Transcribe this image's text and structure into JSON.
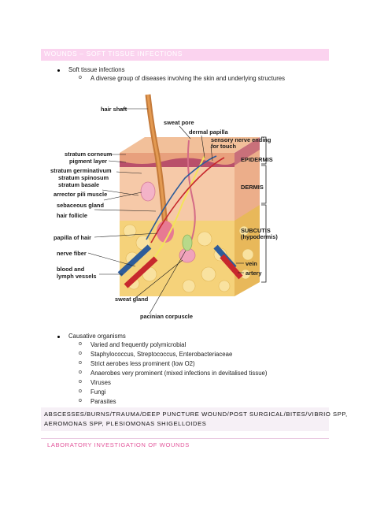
{
  "header": {
    "section_title": "WOUNDS – SOFT TISSUE INFECTIONS"
  },
  "intro": {
    "bullet": "Soft tissue infections",
    "sub": "A diverse group of diseases involving the skin and underlying structures"
  },
  "figure": {
    "labels_left": [
      "hair shaft",
      "stratum corneum",
      "pigment layer",
      "stratum germinativum",
      "stratum spinosum",
      "stratum basale",
      "arrector pili muscle",
      "sebaceous gland",
      "hair follicle",
      "papilla of hair",
      "nerve fiber",
      "blood and",
      "lymph vessels",
      "sweat gland",
      "pacinian corpuscle"
    ],
    "labels_right": [
      "sweat pore",
      "dermal papilla",
      "sensory nerve ending",
      "for touch",
      "EPIDERMIS",
      "DERMIS",
      "SUBCUTIS",
      "(hypodermis)",
      "vein",
      "artery"
    ]
  },
  "causes": {
    "bullet": "Causative organisms",
    "items": [
      "Varied and frequently polymicrobial",
      "Staphylococcus, Streptococcus, Enterobacteriaceae",
      "Strict aerobes less prominent (low O2)",
      "Anaerobes very prominent (mixed infections in devitalised tissue)",
      "Viruses",
      "Fungi",
      "Parasites"
    ],
    "marker": "o"
  },
  "box": {
    "line1": "ABSCESSES/BURNS/TRAUMA/DEEP PUNCTURE WOUND/POST SURGICAL/BITES/VIBRIO SPP,",
    "line2": "AEROMONAS SPP, PLESIOMONAS SHIGELLOIDES"
  },
  "section2": {
    "title": "LABORATORY INVESTIGATION OF WOUNDS"
  },
  "colors": {
    "banner": "#fbd3ef",
    "heading_pink": "#e2559a"
  }
}
